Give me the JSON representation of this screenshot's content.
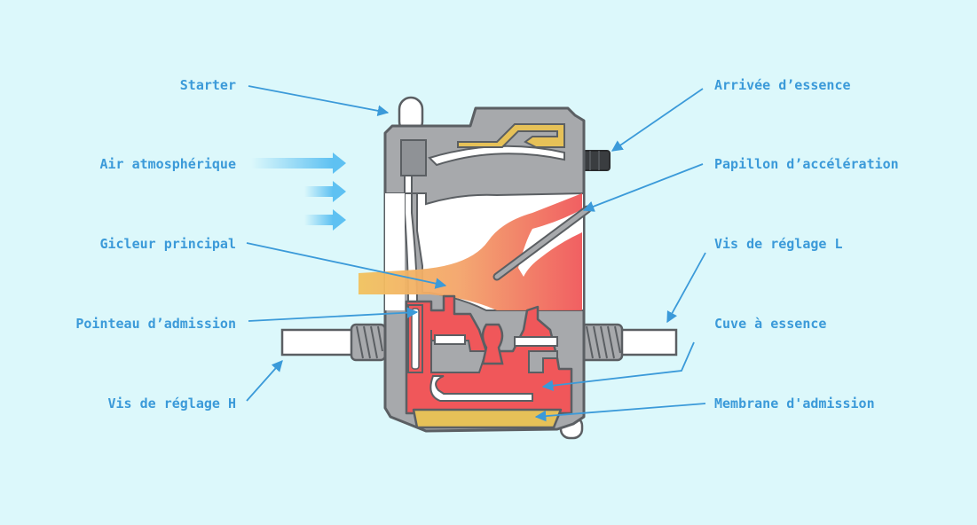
{
  "colors": {
    "background": "#dcf8fb",
    "label": "#3b9ad9",
    "body_gray": "#a7a9ac",
    "outline": "#5b5f63",
    "fuel_red": "#f0575a",
    "fuel_yellow": "#e6c158",
    "air_blue": "#5ec1f2"
  },
  "labels": {
    "starter": "Starter",
    "air": "Air atmosphérique",
    "gicleur": "Gicleur principal",
    "pointeau": "Pointeau d’admission",
    "vis_h": "Vis de réglage H",
    "arrivee": "Arrivée d’essence",
    "papillon": "Papillon d’accélération",
    "vis_l": "Vis de réglage L",
    "cuve": "Cuve à essence",
    "membrane": "Membrane d'admission"
  }
}
